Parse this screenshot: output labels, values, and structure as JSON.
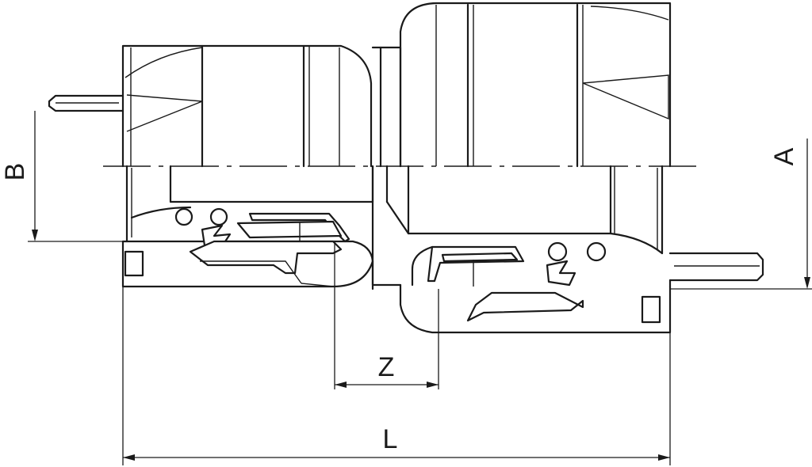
{
  "dimensions": {
    "A": "A",
    "B": "B",
    "Z": "Z",
    "L": "L"
  },
  "colors": {
    "line": "#1a1a1a",
    "background": "#ffffff"
  }
}
